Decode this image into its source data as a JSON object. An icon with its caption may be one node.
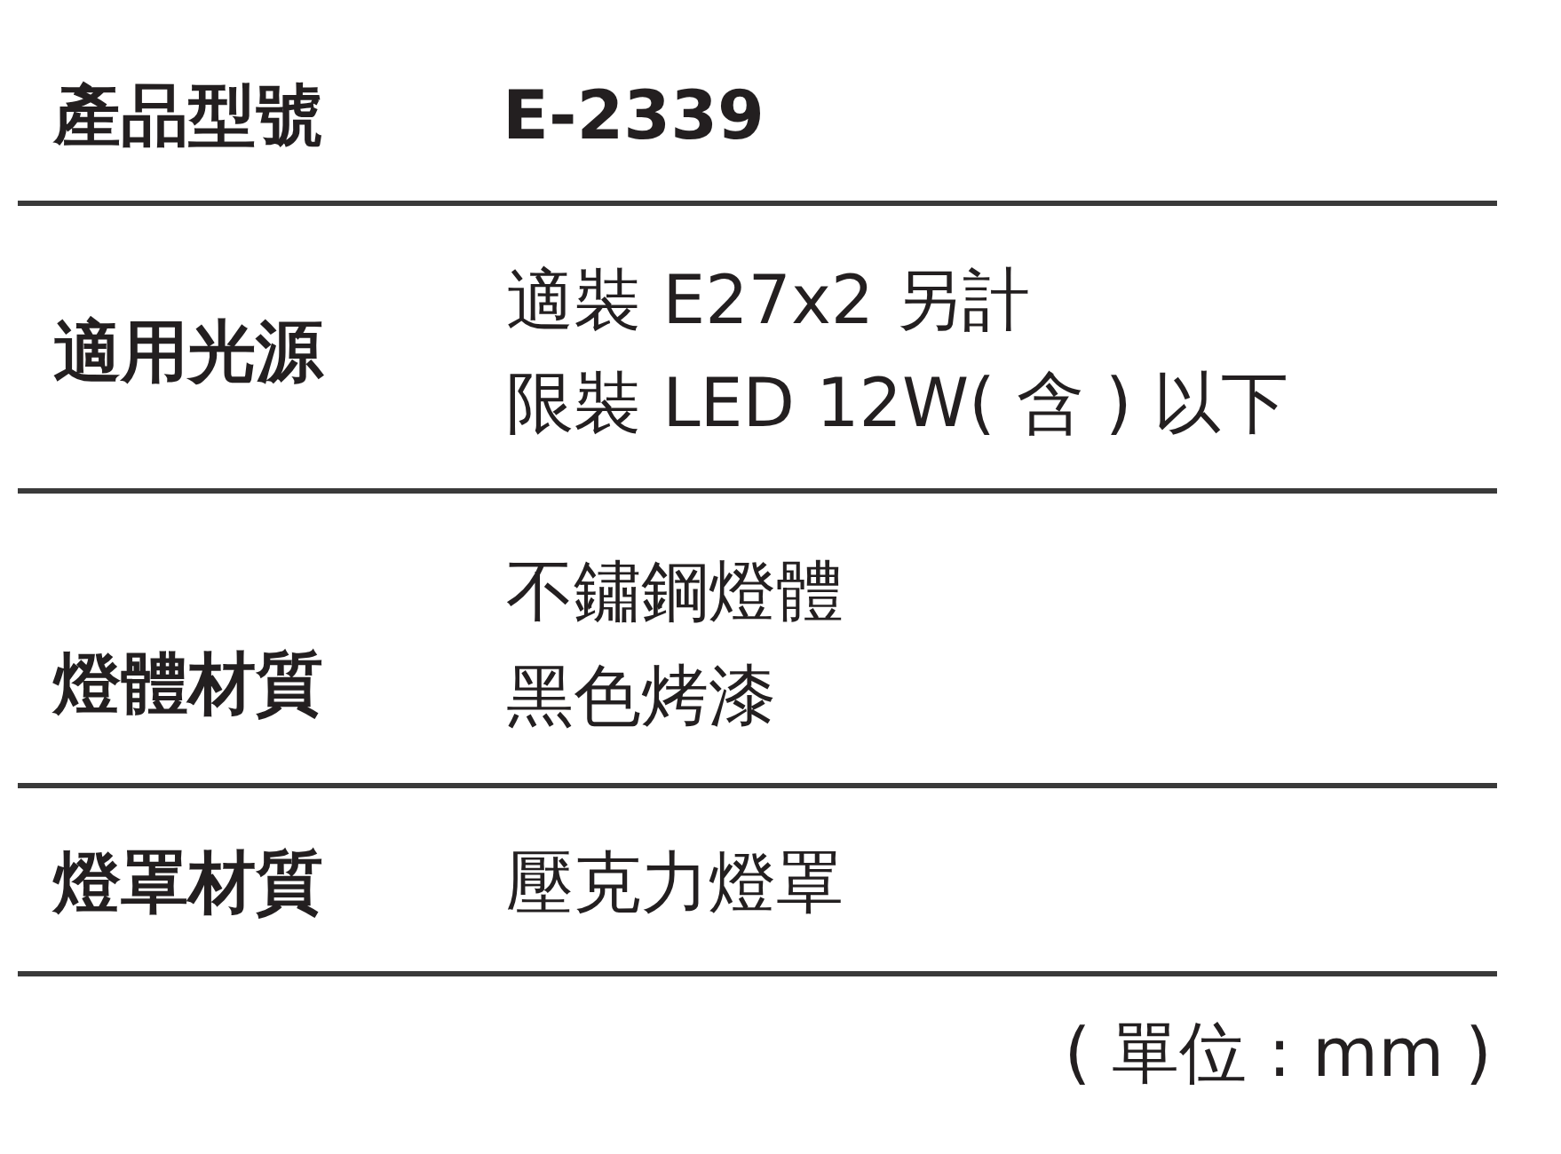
{
  "diagram": {
    "labels": [
      "產品型號",
      "E-2339",
      "適用光源",
      "適裝 E27x2 另計",
      "限裝 LED 12W( 含 ) 以下",
      "燈體材質",
      "不鏽鋼燈體",
      "黑色烤漆",
      "燈罩材質",
      "壓克力燈罩",
      "( 單位 : mm )"
    ]
  }
}
